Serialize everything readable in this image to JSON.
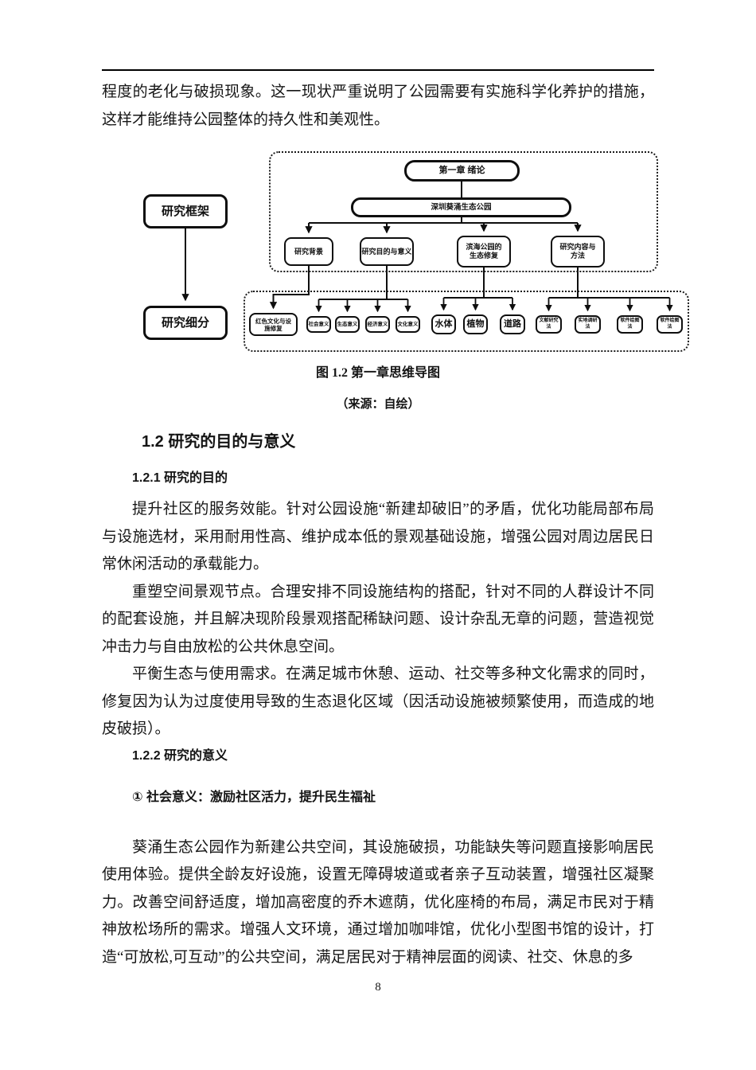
{
  "page": {
    "top_paragraph": "程度的老化与破损现象。这一现状严重说明了公园需要有实施科学化养护的措施，这样才能维持公园整体的持久性和美观性。",
    "page_number": "8"
  },
  "figure": {
    "caption": "图 1.2 第一章思维导图",
    "source": "（来源：自绘）",
    "nodes": {
      "frame": "研究框架",
      "subdivision": "研究细分",
      "chapter": "第一章 绪论",
      "park": "深圳葵涌生态公园",
      "background": "研究背景",
      "purpose": "研究目的与意义",
      "restoration_line1": "滨海公园的",
      "restoration_line2": "生态修复",
      "content_line1": "研究内容与",
      "content_line2": "方法",
      "red_culture_line1": "红色文化与设",
      "red_culture_line2": "施修复",
      "social": "社会意义",
      "ecological": "生态意义",
      "economic": "经济意义",
      "cultural": "文化意义",
      "water": "水体",
      "plants": "植物",
      "roads": "道路",
      "method1": "文献研究法",
      "method2": "实地调研法",
      "method3": "软件绘图法",
      "method4": "软件绘图法"
    }
  },
  "sections": {
    "h_purpose_meaning": "1.2 研究的目的与意义",
    "h_purpose": "1.2.1 研究的目的",
    "p_purpose_1": "提升社区的服务效能。针对公园设施“新建却破旧”的矛盾，优化功能局部布局与设施选材，采用耐用性高、维护成本低的景观基础设施，增强公园对周边居民日常休闲活动的承载能力。",
    "p_purpose_2": "重塑空间景观节点。合理安排不同设施结构的搭配，针对不同的人群设计不同的配套设施，并且解决现阶段景观搭配稀缺问题、设计杂乱无章的问题，营造视觉冲击力与自由放松的公共休息空间。",
    "p_purpose_3": "平衡生态与使用需求。在满足城市休憩、运动、社交等多种文化需求的同时，修复因为认为过度使用导致的生态退化区域（因活动设施被频繁使用，而造成的地皮破损）。",
    "h_meaning": "1.2.2 研究的意义",
    "h_social": "① 社会意义：激励社区活力，提升民生福祉",
    "p_social": "葵涌生态公园作为新建公共空间，其设施破损，功能缺失等问题直接影响居民使用体验。提供全龄友好设施，设置无障碍坡道或者亲子互动装置，增强社区凝聚力。改善空间舒适度，增加高密度的乔木遮荫，优化座椅的布局，满足市民对于精神放松场所的需求。增强人文环境，通过增加咖啡馆，优化小型图书馆的设计，打造“可放松,可互动”的公共空间，满足居民对于精神层面的阅读、社交、休息的多"
  }
}
